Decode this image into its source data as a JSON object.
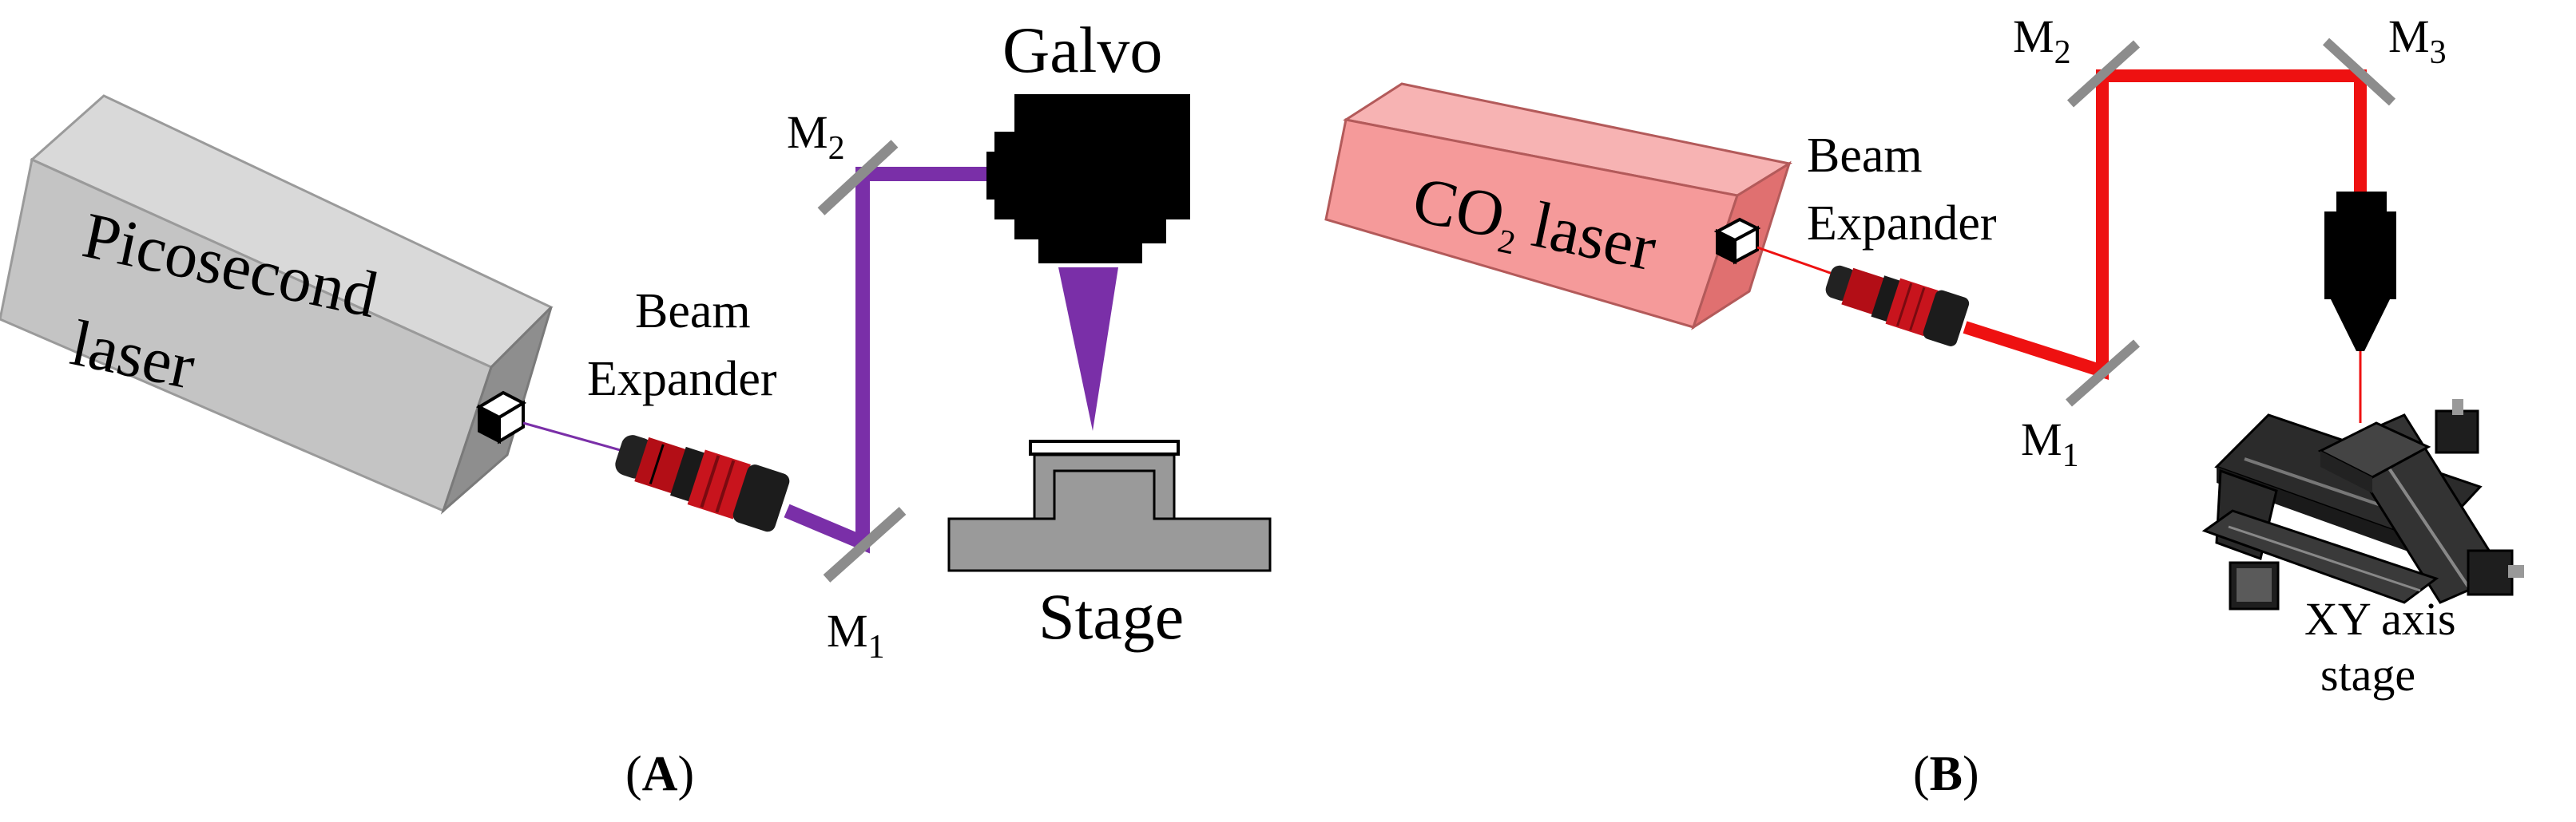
{
  "panel_a": {
    "laser_line1": "Picosecond",
    "laser_line2": "laser",
    "expander_line1": "Beam",
    "expander_line2": "Expander",
    "mirror1_base": "M",
    "mirror1_sub": "1",
    "mirror2_base": "M",
    "mirror2_sub": "2",
    "galvo": "Galvo",
    "stage": "Stage",
    "caption_open": "(",
    "caption_letter": "A",
    "caption_close": ")",
    "beam_color": "#7a2fa8"
  },
  "panel_b": {
    "laser_co": "CO",
    "laser_sub": "2",
    "laser_word": "laser",
    "expander_line1": "Beam",
    "expander_line2": "Expander",
    "mirror1_base": "M",
    "mirror1_sub": "1",
    "mirror2_base": "M",
    "mirror2_sub": "2",
    "mirror3_base": "M",
    "mirror3_sub": "3",
    "stage_line1": "XY axis",
    "stage_line2": "stage",
    "caption_open": "(",
    "caption_letter": "B",
    "caption_close": ")",
    "beam_color": "#ee1111",
    "laser_color": "#f59a9a"
  }
}
